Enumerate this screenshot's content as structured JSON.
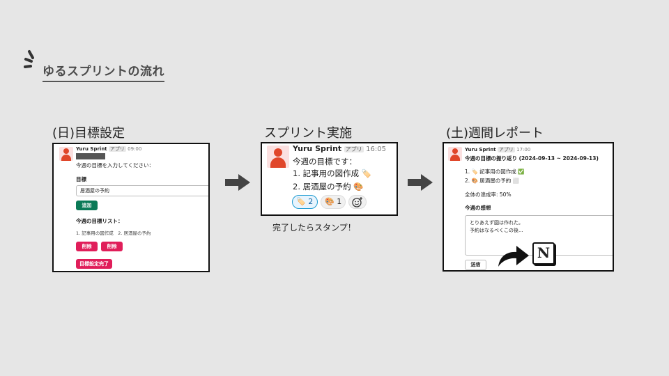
{
  "title": "ゆるスプリントの流れ",
  "steps": [
    {
      "label": "(日)目標設定"
    },
    {
      "label": "スプリント実施"
    },
    {
      "label": "(土)週間レポート"
    }
  ],
  "caption": "完了したらスタンプ！",
  "card1": {
    "bot_name": "Yuru Sprint",
    "app_tag": "アプリ",
    "time": "09:00",
    "prompt": "今週の目標を入力してください：",
    "field_label": "目標",
    "field_value": "居酒屋の予約",
    "add_button": "追加",
    "list_heading": "今週の目標リスト：",
    "list_items": "1. 記事用の図作成　2. 居酒屋の予約",
    "delete_button": "削除",
    "complete_button": "目標設定完了"
  },
  "card2": {
    "bot_name": "Yuru Sprint",
    "app_tag": "アプリ",
    "time": "16:05",
    "line1": "今週の目標です：",
    "goal1": "1. 記事用の図作成",
    "goal1_icon": "🏷️",
    "goal2": "2. 居酒屋の予約",
    "goal2_icon": "🎨",
    "reactions": [
      {
        "icon": "🏷️",
        "count": "2"
      },
      {
        "icon": "🎨",
        "count": "1"
      }
    ],
    "add_reaction_icon": "add-reaction-icon"
  },
  "card3": {
    "bot_name": "Yuru Sprint",
    "app_tag": "アプリ",
    "time": "17:00",
    "heading": "今週の目標の振り返り (2024-09-13 ~ 2024-09-13)",
    "item1": "1. 🏷️ 記事用の図作成 ✅",
    "item2": "2. 🎨 居酒屋の予約 ⬜",
    "rate": "全体の達成率: 50%",
    "thoughts_label": "今週の感想",
    "thoughts_line1": "とりあえず図は作れた。",
    "thoughts_line2": "予約はなるべくこの後...",
    "send_button": "送信",
    "notion_letter": "N"
  },
  "colors": {
    "background": "#e6e6e6",
    "green": "#0b7a57",
    "red": "#e01e5a",
    "avatar": "#e0462a"
  }
}
